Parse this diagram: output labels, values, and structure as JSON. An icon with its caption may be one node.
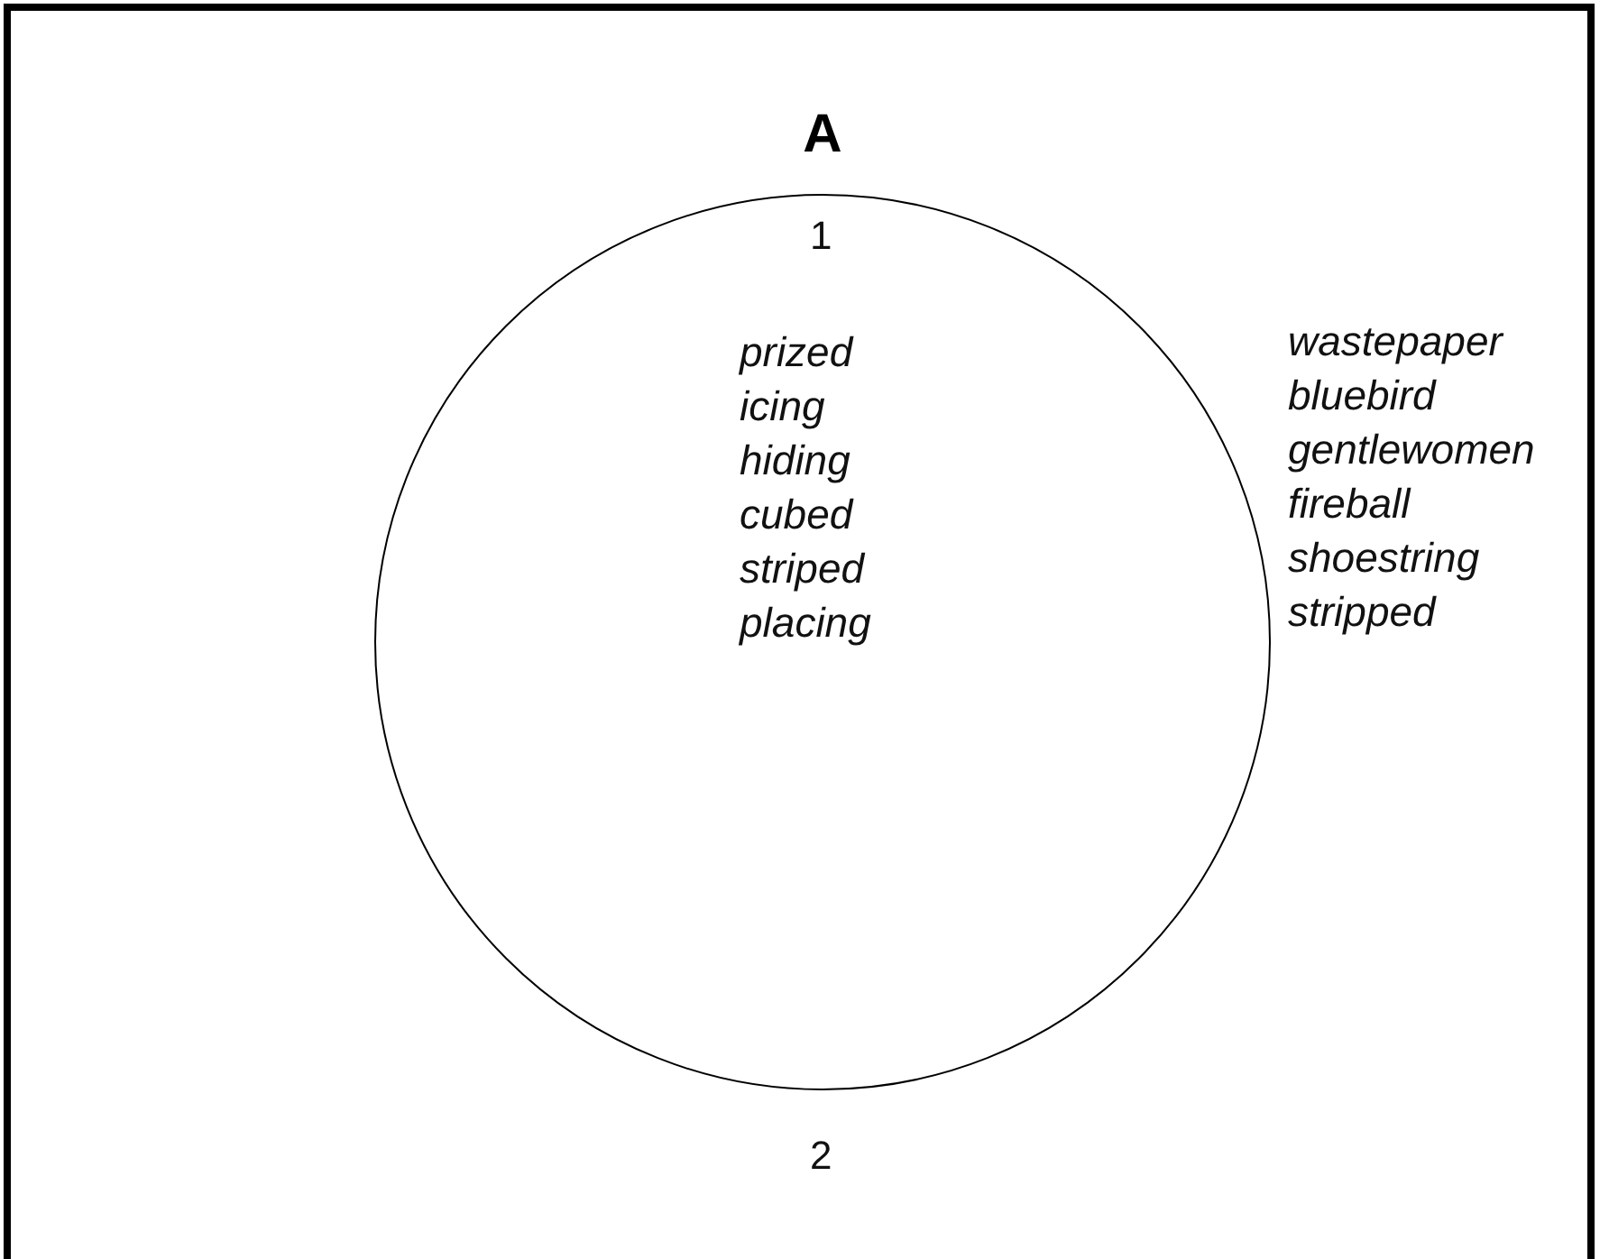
{
  "diagram": {
    "nodes": [
      {
        "text": [
          "A",
          "prized icing hiding cubed striped placing"
        ]
      }
    ],
    "edges": [],
    "labels": [
      "1",
      "wastepaper bluebird gentlewomen fireball shoestring stripped",
      "2"
    ]
  }
}
